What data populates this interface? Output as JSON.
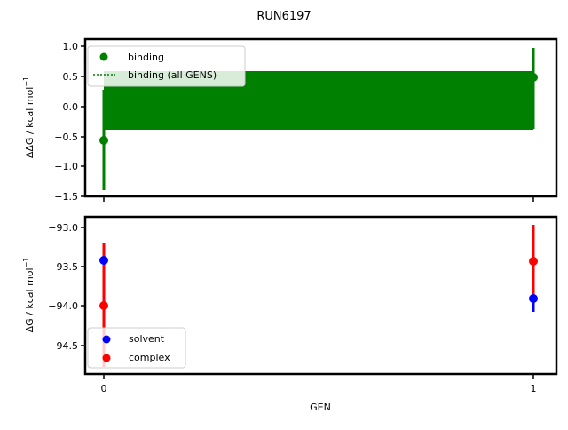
{
  "figure": {
    "title": "RUN6197",
    "xlabel": "GEN"
  },
  "top": {
    "ylabel": "ΔΔG / kcal mol",
    "ylabel_sup": "−1",
    "yticks": [
      "1.0",
      "0.5",
      "0.0",
      "−0.5",
      "−1.0",
      "−1.5"
    ],
    "legend": [
      "binding",
      "binding (all GENS)"
    ]
  },
  "bottom": {
    "ylabel": "ΔG / kcal mol",
    "ylabel_sup": "−1",
    "yticks": [
      "−93.0",
      "−93.5",
      "−94.0",
      "−94.5"
    ],
    "xticks": [
      "0",
      "1"
    ],
    "legend": [
      "solvent",
      "complex"
    ]
  },
  "colors": {
    "binding": "#008000",
    "solvent": "#0000ff",
    "complex": "#ff0000"
  },
  "chart_data": [
    {
      "type": "scatter",
      "title": "RUN6197",
      "xlabel": "GEN",
      "ylabel": "ΔΔG / kcal mol^-1",
      "x": [
        0,
        1
      ],
      "series": [
        {
          "name": "binding",
          "values": [
            -0.57,
            0.49
          ],
          "errors": [
            0.8,
            0.48
          ],
          "color": "#008000"
        },
        {
          "name": "binding (all GENS)",
          "type": "band",
          "mean": 0.08,
          "lower": -0.37,
          "upper": 0.52,
          "color": "#008000"
        }
      ],
      "ylim": [
        -1.5,
        1.05
      ],
      "xticks": [
        0,
        1
      ],
      "yticks": [
        1.0,
        0.5,
        0.0,
        -0.5,
        -1.0,
        -1.5
      ],
      "legend_position": "upper left"
    },
    {
      "type": "scatter",
      "xlabel": "GEN",
      "ylabel": "ΔG / kcal mol^-1",
      "x": [
        0,
        1
      ],
      "series": [
        {
          "name": "solvent",
          "values": [
            -93.42,
            -93.92
          ],
          "errors": [
            0.18,
            0.16
          ],
          "color": "#0000ff"
        },
        {
          "name": "complex",
          "values": [
            -94.0,
            -93.44
          ],
          "errors": [
            0.78,
            0.46
          ],
          "color": "#ff0000"
        }
      ],
      "ylim": [
        -94.9,
        -92.9
      ],
      "xticks": [
        0,
        1
      ],
      "yticks": [
        -93.0,
        -93.5,
        -94.0,
        -94.5
      ],
      "legend_position": "lower left"
    }
  ]
}
